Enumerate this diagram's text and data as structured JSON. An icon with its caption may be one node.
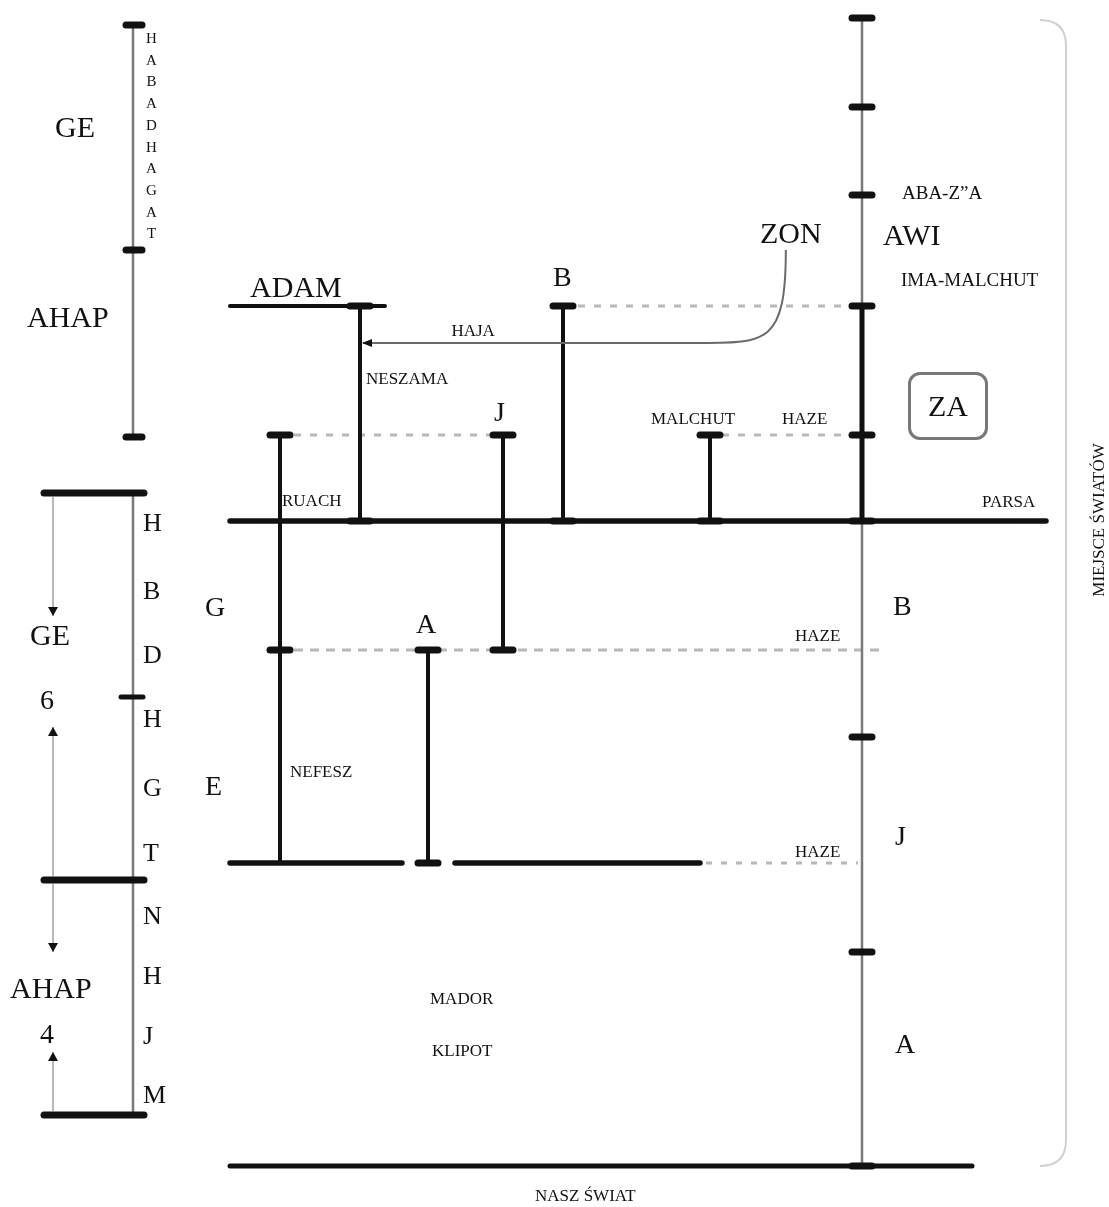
{
  "diagram": {
    "nodes": [
      {
        "text": [
          "ZON"
        ]
      },
      {
        "text": [
          "ZA"
        ]
      },
      {
        "text": [],
        "shape": "bar"
      }
    ],
    "edges": [
      {
        "from": 0,
        "to": 2,
        "arrow": "to",
        "label": "HAJA"
      }
    ],
    "labels": [
      "HABADHAGAT",
      "GE",
      "AHAP",
      "ABA-Z”A",
      "AWI",
      "ADAM",
      "B",
      "IMA-MALCHUT",
      "NESZAMA",
      "J",
      "MALCHUT",
      "HAZE",
      "RUACH",
      "PARSA",
      "H",
      "B",
      "G",
      "B",
      "GE",
      "A",
      "D",
      "HAZE",
      "6",
      "H",
      "G",
      "E",
      "NEFESZ",
      "J",
      "T",
      "HAZE",
      "N",
      "H",
      "AHAP",
      "MADOR",
      "4",
      "J",
      "KLIPOT",
      "A",
      "M",
      "NASZ ŚWIAT",
      "MIEJSCE ŚWIATÓW"
    ]
  }
}
